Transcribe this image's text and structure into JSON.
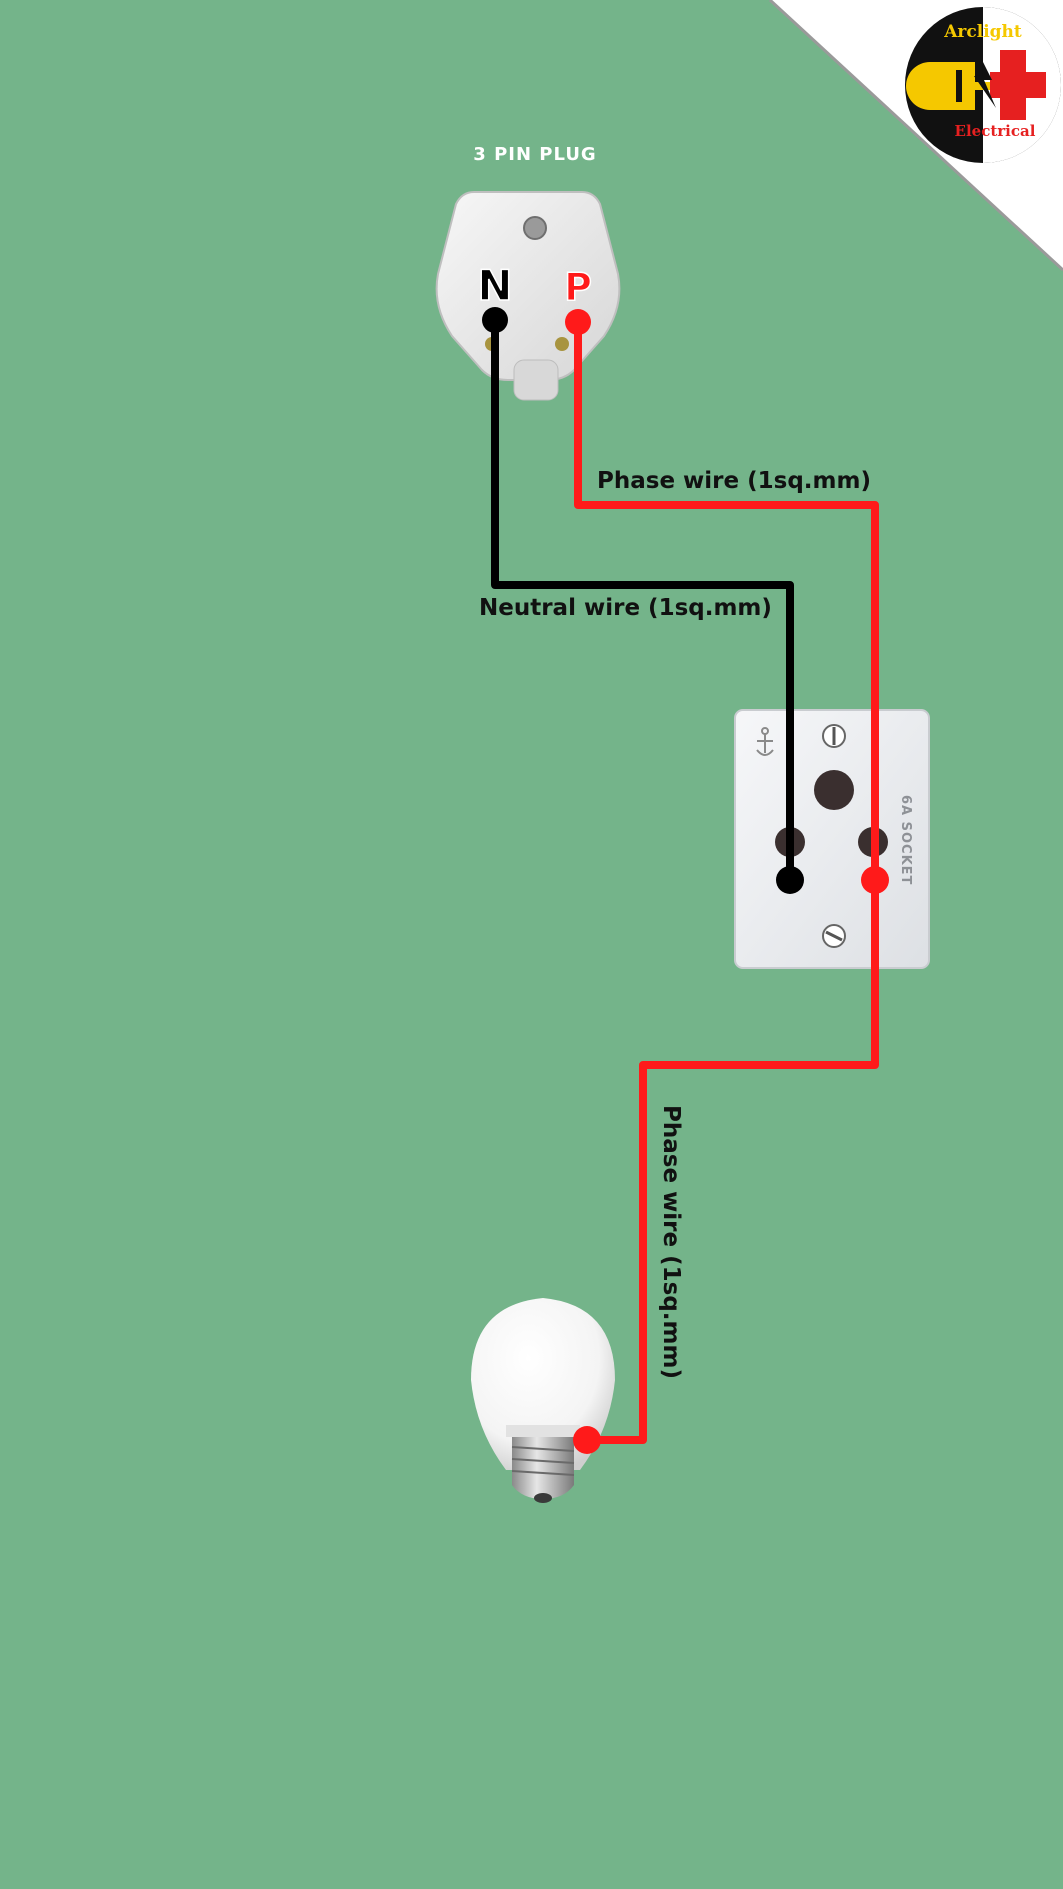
{
  "colors": {
    "background": "#74b48a",
    "phase_wire": "#ff1a1a",
    "neutral_wire": "#000000",
    "device_white": "#eef0f2"
  },
  "logo": {
    "name": "Arclight Electrical",
    "top_text": "Arclight",
    "bottom_text": "Electrical"
  },
  "plug": {
    "title": "3 PIN PLUG",
    "neutral_label": "N",
    "phase_label": "P"
  },
  "socket": {
    "rating_text": "6A SOCKET"
  },
  "wires": {
    "phase_top_label": "Phase wire (1sq.mm)",
    "neutral_label": "Neutral wire (1sq.mm)",
    "phase_bottom_label": "Phase wire (1sq.mm)"
  },
  "icons": [
    "arclight-logo-icon",
    "plug-icon",
    "socket-icon",
    "bulb-icon"
  ]
}
